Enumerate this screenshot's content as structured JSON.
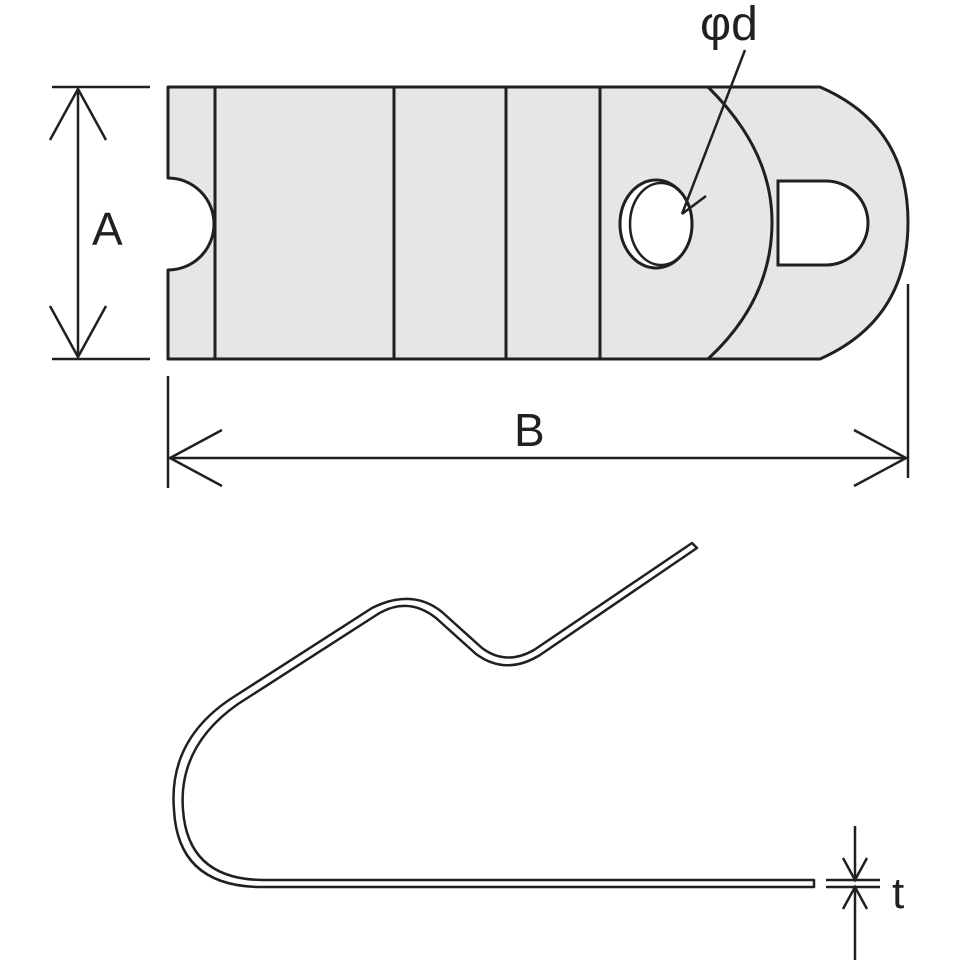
{
  "labels": {
    "dimension_a": "A",
    "dimension_b": "B",
    "hole_diameter": "φd",
    "thickness": "t"
  },
  "colors": {
    "stroke": "#231f20",
    "part_fill": "#e6e6e7",
    "background": "#ffffff"
  }
}
